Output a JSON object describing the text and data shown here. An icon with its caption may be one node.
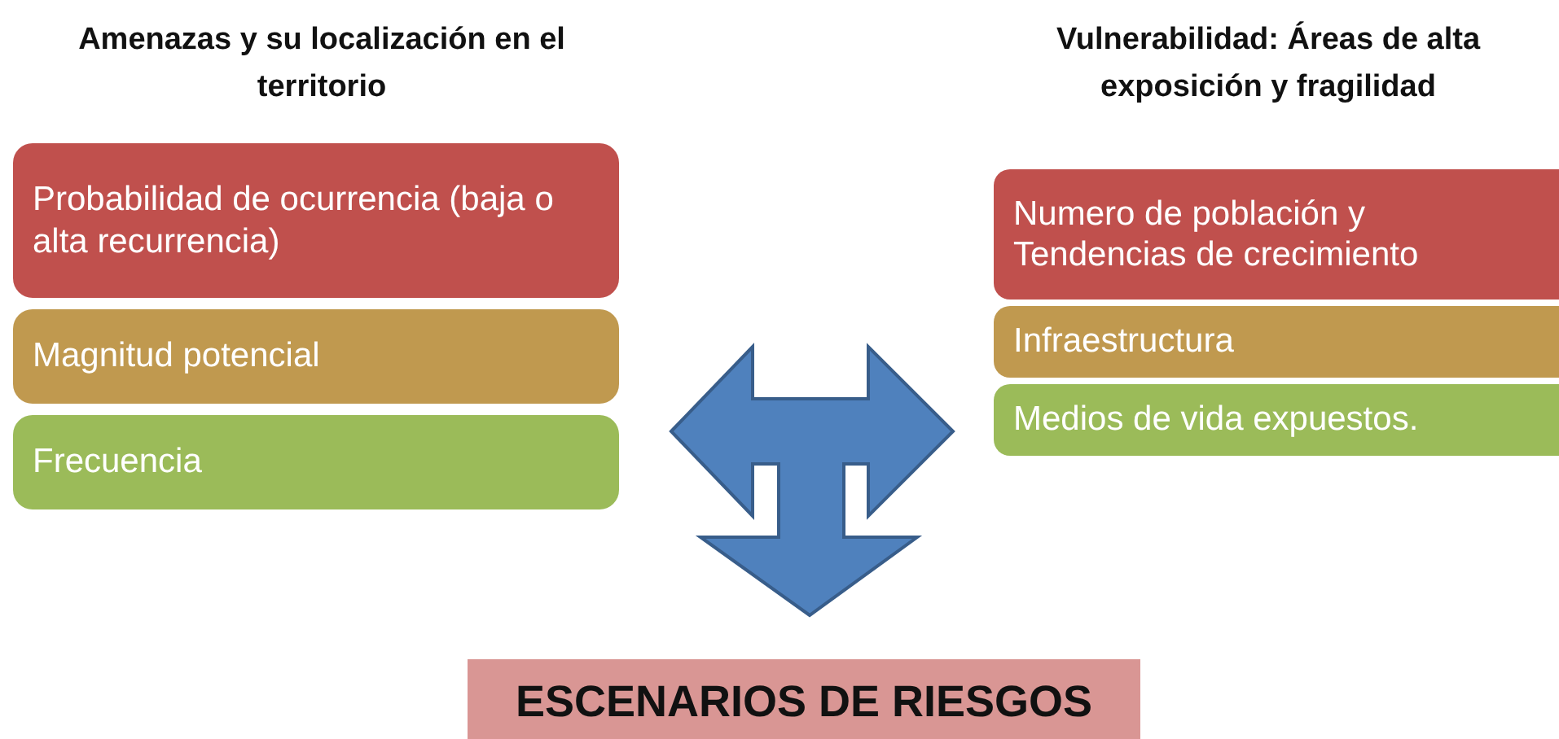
{
  "diagram": {
    "nodes": [
      {
        "text": [
          "Probabilidad de ocurrencia (baja o alta recurrencia)"
        ]
      },
      {
        "text": [
          "Magnitud potencial"
        ]
      },
      {
        "text": [
          "Frecuencia"
        ]
      },
      {
        "text": [
          "Numero de población y Tendencias de crecimiento"
        ]
      },
      {
        "text": [
          "Infraestructura"
        ]
      },
      {
        "text": [
          "Medios de vida expuestos."
        ]
      },
      {
        "text": [],
        "shape": "arrow"
      },
      {
        "text": [
          "ESCENARIOS DE RIESGOS"
        ]
      }
    ],
    "labels": [
      "Amenazas y su localización en el territorio",
      "Vulnerabilidad: Áreas de alta exposición y fragilidad"
    ]
  }
}
